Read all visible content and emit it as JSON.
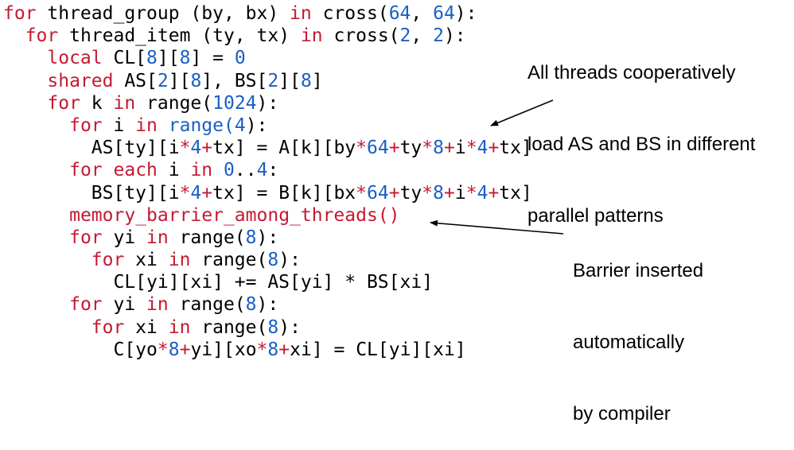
{
  "colors": {
    "keyword": "#c41a32",
    "number": "#1a5fc4",
    "operator": "#c41a32",
    "text": "#000000"
  },
  "code_lines": [
    [
      [
        "for",
        "k"
      ],
      [
        " thread_group (by, bx) ",
        "t"
      ],
      [
        "in",
        "k"
      ],
      [
        " cross(",
        "t"
      ],
      [
        "64",
        "n"
      ],
      [
        ", ",
        "t"
      ],
      [
        "64",
        "n"
      ],
      [
        "):",
        "t"
      ]
    ],
    [
      [
        "  ",
        "t"
      ],
      [
        "for",
        "k"
      ],
      [
        " thread_item (ty, tx) ",
        "t"
      ],
      [
        "in",
        "k"
      ],
      [
        " cross(",
        "t"
      ],
      [
        "2",
        "n"
      ],
      [
        ", ",
        "t"
      ],
      [
        "2",
        "n"
      ],
      [
        "):",
        "t"
      ]
    ],
    [
      [
        "    ",
        "t"
      ],
      [
        "local",
        "k"
      ],
      [
        " CL[",
        "t"
      ],
      [
        "8",
        "n"
      ],
      [
        "][",
        "t"
      ],
      [
        "8",
        "n"
      ],
      [
        "] = ",
        "t"
      ],
      [
        "0",
        "n"
      ]
    ],
    [
      [
        "    ",
        "t"
      ],
      [
        "shared",
        "k"
      ],
      [
        " AS[",
        "t"
      ],
      [
        "2",
        "n"
      ],
      [
        "][",
        "t"
      ],
      [
        "8",
        "n"
      ],
      [
        "], BS[",
        "t"
      ],
      [
        "2",
        "n"
      ],
      [
        "][",
        "t"
      ],
      [
        "8",
        "n"
      ],
      [
        "]",
        "t"
      ]
    ],
    [
      [
        "    ",
        "t"
      ],
      [
        "for",
        "k"
      ],
      [
        " k ",
        "t"
      ],
      [
        "in",
        "k"
      ],
      [
        " range(",
        "t"
      ],
      [
        "1024",
        "n"
      ],
      [
        "):",
        "t"
      ]
    ],
    [
      [
        "      ",
        "t"
      ],
      [
        "for",
        "k"
      ],
      [
        " i ",
        "t"
      ],
      [
        "in",
        "k"
      ],
      [
        " ",
        "t"
      ],
      [
        "range(",
        "n"
      ],
      [
        "4",
        "n"
      ],
      [
        "):",
        "t"
      ]
    ],
    [
      [
        "        AS[ty][i",
        "t"
      ],
      [
        "*",
        "o"
      ],
      [
        "4",
        "n"
      ],
      [
        "+",
        "o"
      ],
      [
        "tx] = A[k][by",
        "t"
      ],
      [
        "*",
        "o"
      ],
      [
        "64",
        "n"
      ],
      [
        "+",
        "o"
      ],
      [
        "ty",
        "t"
      ],
      [
        "*",
        "o"
      ],
      [
        "8",
        "n"
      ],
      [
        "+",
        "o"
      ],
      [
        "i",
        "t"
      ],
      [
        "*",
        "o"
      ],
      [
        "4",
        "n"
      ],
      [
        "+",
        "o"
      ],
      [
        "tx]",
        "t"
      ]
    ],
    [
      [
        "      ",
        "t"
      ],
      [
        "for",
        "k"
      ],
      [
        " ",
        "t"
      ],
      [
        "each",
        "k"
      ],
      [
        " i ",
        "t"
      ],
      [
        "in",
        "k"
      ],
      [
        " ",
        "t"
      ],
      [
        "0",
        "n"
      ],
      [
        "..",
        "t"
      ],
      [
        "4",
        "n"
      ],
      [
        ":",
        "t"
      ]
    ],
    [
      [
        "        BS[ty][i",
        "t"
      ],
      [
        "*",
        "o"
      ],
      [
        "4",
        "n"
      ],
      [
        "+",
        "o"
      ],
      [
        "tx] = B[k][bx",
        "t"
      ],
      [
        "*",
        "o"
      ],
      [
        "64",
        "n"
      ],
      [
        "+",
        "o"
      ],
      [
        "ty",
        "t"
      ],
      [
        "*",
        "o"
      ],
      [
        "8",
        "n"
      ],
      [
        "+",
        "o"
      ],
      [
        "i",
        "t"
      ],
      [
        "*",
        "o"
      ],
      [
        "4",
        "n"
      ],
      [
        "+",
        "o"
      ],
      [
        "tx]",
        "t"
      ]
    ],
    [
      [
        "      ",
        "t"
      ],
      [
        "memory_barrier_among_threads()",
        "k"
      ]
    ],
    [
      [
        "      ",
        "t"
      ],
      [
        "for",
        "k"
      ],
      [
        " yi ",
        "t"
      ],
      [
        "in",
        "k"
      ],
      [
        " range(",
        "t"
      ],
      [
        "8",
        "n"
      ],
      [
        "):",
        "t"
      ]
    ],
    [
      [
        "        ",
        "t"
      ],
      [
        "for",
        "k"
      ],
      [
        " xi ",
        "t"
      ],
      [
        "in",
        "k"
      ],
      [
        " range(",
        "t"
      ],
      [
        "8",
        "n"
      ],
      [
        "):",
        "t"
      ]
    ],
    [
      [
        "          CL[yi][xi] += AS[yi] * BS[xi]",
        "t"
      ]
    ],
    [
      [
        "      ",
        "t"
      ],
      [
        "for",
        "k"
      ],
      [
        " yi ",
        "t"
      ],
      [
        "in",
        "k"
      ],
      [
        " range(",
        "t"
      ],
      [
        "8",
        "n"
      ],
      [
        "):",
        "t"
      ]
    ],
    [
      [
        "        ",
        "t"
      ],
      [
        "for",
        "k"
      ],
      [
        " xi ",
        "t"
      ],
      [
        "in",
        "k"
      ],
      [
        " range(",
        "t"
      ],
      [
        "8",
        "n"
      ],
      [
        "):",
        "t"
      ]
    ],
    [
      [
        "          C[yo",
        "t"
      ],
      [
        "*",
        "o"
      ],
      [
        "8",
        "n"
      ],
      [
        "+",
        "o"
      ],
      [
        "yi][xo",
        "t"
      ],
      [
        "*",
        "o"
      ],
      [
        "8",
        "n"
      ],
      [
        "+",
        "o"
      ],
      [
        "xi] = CL[yi][xi]",
        "t"
      ]
    ]
  ],
  "annotations": {
    "threads_note": {
      "line1": "All threads cooperatively",
      "line2": "load AS and BS in different",
      "line3": "parallel patterns"
    },
    "barrier_note": {
      "line1": "Barrier inserted",
      "line2": "automatically",
      "line3": "by compiler"
    }
  }
}
